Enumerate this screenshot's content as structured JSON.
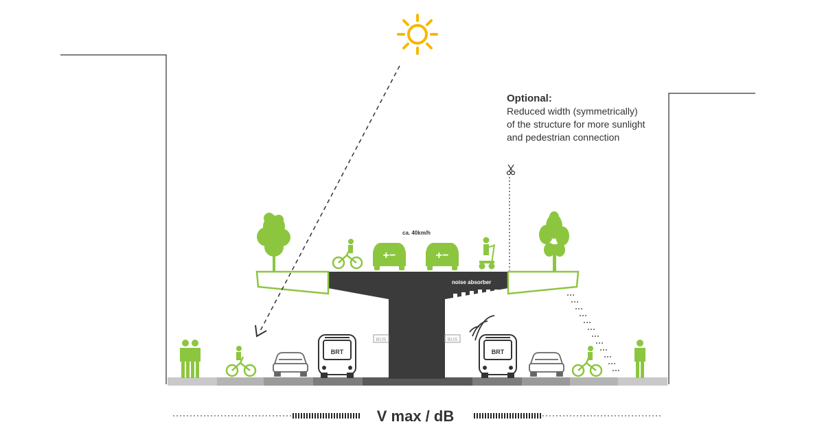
{
  "optional_note": {
    "title": "Optional:",
    "lines": [
      "Reduced width (symmetrically)",
      "of the structure for more sunlight",
      "and pedestrian connection"
    ]
  },
  "labels": {
    "speed": "ca. 40km/h",
    "noise_absorber": "noise absorber",
    "bus_left": "BUS",
    "bus_right": "BUS",
    "brt_left": "BRT",
    "brt_right": "BRT",
    "ev_sign": "+−"
  },
  "bottom_scale": {
    "label": "V max / dB"
  },
  "colors": {
    "green": "#8cc63f",
    "dark": "#3b3b3b",
    "sun": "#f5b800",
    "line": "#555555"
  },
  "icons": [
    "sun-icon",
    "scissors-icon",
    "wireless-signal-icon",
    "tree-icon",
    "palm-tree-icon",
    "cyclist-icon",
    "segway-rider-icon",
    "electric-car-icon",
    "brt-bus-icon",
    "car-icon",
    "pedestrian-icon"
  ]
}
